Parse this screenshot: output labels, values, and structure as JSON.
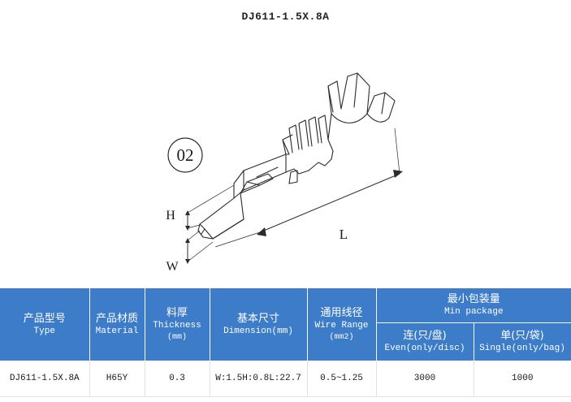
{
  "title": "DJ611-1.5X.8A",
  "drawing": {
    "badge_label": "02",
    "dimension_labels": {
      "height": "H",
      "width": "W",
      "length": "L"
    },
    "part_description": "crimp-terminal-isometric-line-drawing"
  },
  "table": {
    "columns": [
      {
        "cn": "产品型号",
        "en": "Type",
        "unit": ""
      },
      {
        "cn": "产品材质",
        "en": "Material",
        "unit": ""
      },
      {
        "cn": "料厚",
        "en": "Thickness",
        "unit": "(mm)"
      },
      {
        "cn": "基本尺寸",
        "en": "Dimension(mm)",
        "unit": ""
      },
      {
        "cn": "通用线径",
        "en": "Wire Range",
        "unit": "(mm2)"
      }
    ],
    "group": {
      "cn": "最小包装量",
      "en": "Min package",
      "subcolumns": [
        {
          "cn": "连(只/盘)",
          "en": "Even(only/disc)"
        },
        {
          "cn": "单(只/袋)",
          "en": "Single(only/bag)"
        }
      ]
    },
    "rows": [
      {
        "type": "DJ611-1.5X.8A",
        "material": "H65Y",
        "thickness": "0.3",
        "dimension": "W:1.5H:0.8L:22.7",
        "wire_range": "0.5~1.25",
        "package_even": "3000",
        "package_single": "1000"
      }
    ]
  },
  "colors": {
    "header_blue": "#3d7cc9",
    "border_gray": "#e2e2e2",
    "line_ink": "#2b2b2b",
    "background": "#ffffff"
  }
}
